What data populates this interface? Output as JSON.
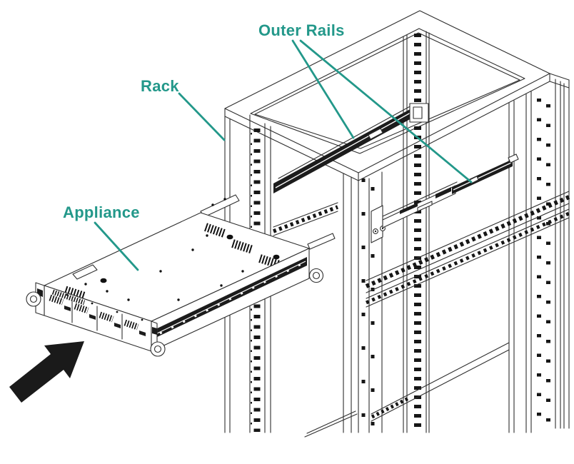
{
  "figure": {
    "type": "technical-illustration",
    "description": "appliance-rack-rail-installation",
    "colors": {
      "background": "#ffffff",
      "line": "#2f2f2f",
      "dark": "#1c1c1c",
      "accent": "#23988a",
      "arrow": "#1a1a1a"
    },
    "labels": {
      "outer_rails": "Outer Rails",
      "rack": "Rack",
      "appliance": "Appliance"
    }
  }
}
